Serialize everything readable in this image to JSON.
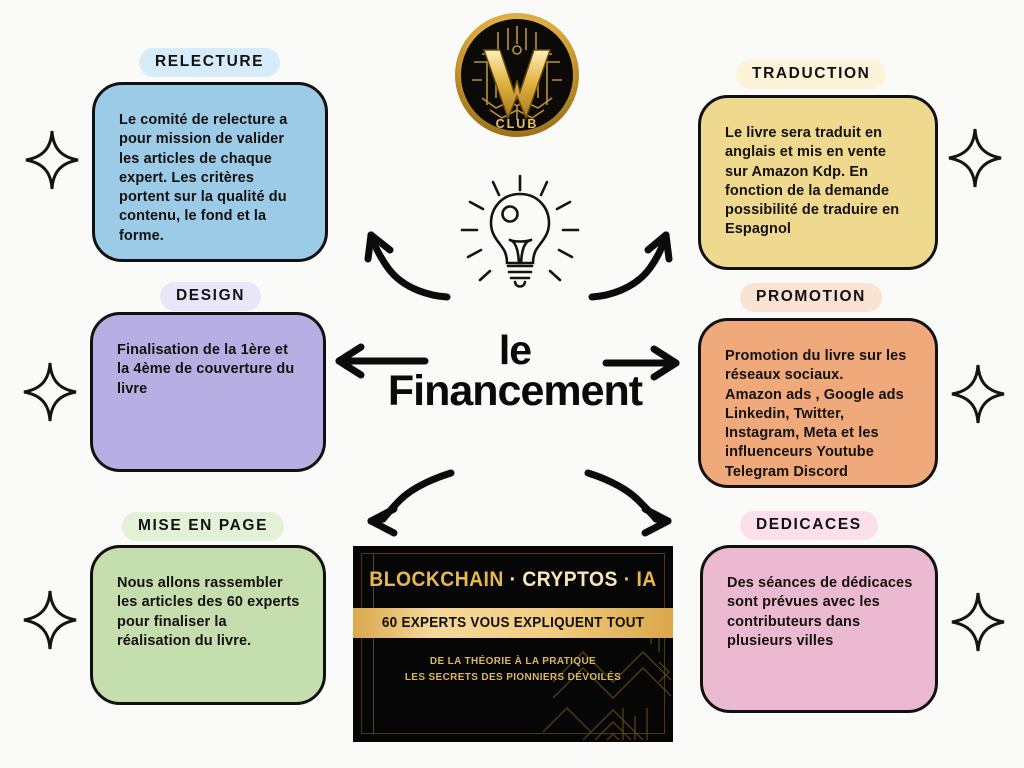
{
  "background_color": "#FAFAF8",
  "center": {
    "title_line1": "le",
    "title_line2": "Financement",
    "logo_name": "w-club-gold-coin-logo",
    "logo_text": "CLUB",
    "bulb_name": "idea-lightbulb-icon"
  },
  "cards": [
    {
      "id": "relecture",
      "label": "RELECTURE",
      "body": "Le comité de relecture a pour mission de valider les articles de chaque expert. Les critères portent sur la qualité du contenu, le fond et la forme.",
      "fill": "#9CCBE8",
      "pill_fill": "#D7ECFA"
    },
    {
      "id": "design",
      "label": "DESIGN",
      "body": "Finalisation de la 1ère et la 4ème de couverture du livre",
      "fill": "#B7AFE4",
      "pill_fill": "#EAE6FA"
    },
    {
      "id": "mise-en-page",
      "label": "MISE EN PAGE",
      "body": "Nous allons rassembler les articles des 60 experts pour finaliser la réalisation du livre.",
      "fill": "#C4DFAD",
      "pill_fill": "#E3F2D6"
    },
    {
      "id": "traduction",
      "label": "TRADUCTION",
      "body": "Le livre sera traduit en anglais et mis en vente sur Amazon Kdp. En fonction de la demande possibilité de traduire en Espagnol",
      "fill": "#EFD98E",
      "pill_fill": "#FCF3D9"
    },
    {
      "id": "promotion",
      "label": "PROMOTION",
      "body": "Promotion du livre sur les réseaux sociaux.\nAmazon ads , Google ads Linkedin, Twitter, Instagram, Meta et les influenceurs Youtube Telegram Discord",
      "fill": "#EFA97A",
      "pill_fill": "#FBE3D3"
    },
    {
      "id": "dedicaces",
      "label": "DEDICACES",
      "body": "Des séances de dédicaces sont prévues avec les contributeurs dans plusieurs villes",
      "fill": "#ECBAD0",
      "pill_fill": "#FBE0EB"
    }
  ],
  "book_cover": {
    "title_part1": "BLOCKCHAIN",
    "sep1": "·",
    "title_part2": "CRYPTOS",
    "sep2": "·",
    "title_part3": "IA",
    "band": "60 EXPERTS VOUS EXPLIQUENT TOUT",
    "sub_line1": "DE LA THÉORIE À LA PRATIQUE",
    "sub_line2": "LES SECRETS DES PIONNIERS DÉVOILÉS",
    "gold": "#E7B84F",
    "band_gold": "#F2CE84",
    "background": "#060606"
  },
  "decorations": {
    "sparkle_name": "four-point-sparkle-icon",
    "sparkle_count": 6,
    "arrows": [
      "curved-arrow-up-left",
      "curved-arrow-up-right",
      "straight-arrow-left",
      "straight-arrow-right",
      "curved-arrow-down-left",
      "curved-arrow-down-right"
    ]
  }
}
